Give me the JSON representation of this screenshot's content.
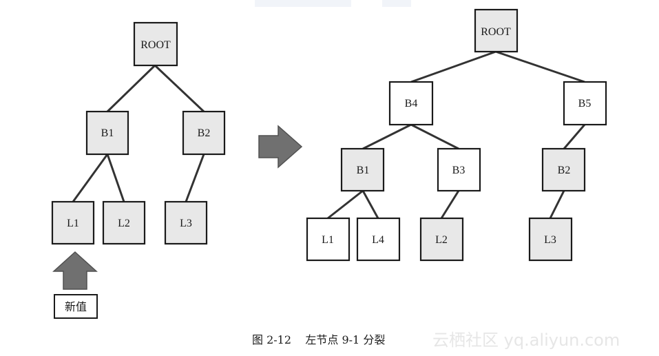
{
  "left_tree": {
    "root": "ROOT",
    "b1": "B1",
    "b2": "B2",
    "l1": "L1",
    "l2": "L2",
    "l3": "L3",
    "new_value": "新值"
  },
  "right_tree": {
    "root": "ROOT",
    "b4": "B4",
    "b5": "B5",
    "b1": "B1",
    "b3": "B3",
    "b2": "B2",
    "l1": "L1",
    "l4": "L4",
    "l2": "L2",
    "l3": "L3"
  },
  "caption": "图 2-12    左节点 9-1 分裂",
  "watermark": "云栖社区 yq.aliyun.com",
  "colors": {
    "shaded_node": "#e8e8e8",
    "plain_node": "#ffffff",
    "arrow": "#707070",
    "edge": "#333333"
  }
}
